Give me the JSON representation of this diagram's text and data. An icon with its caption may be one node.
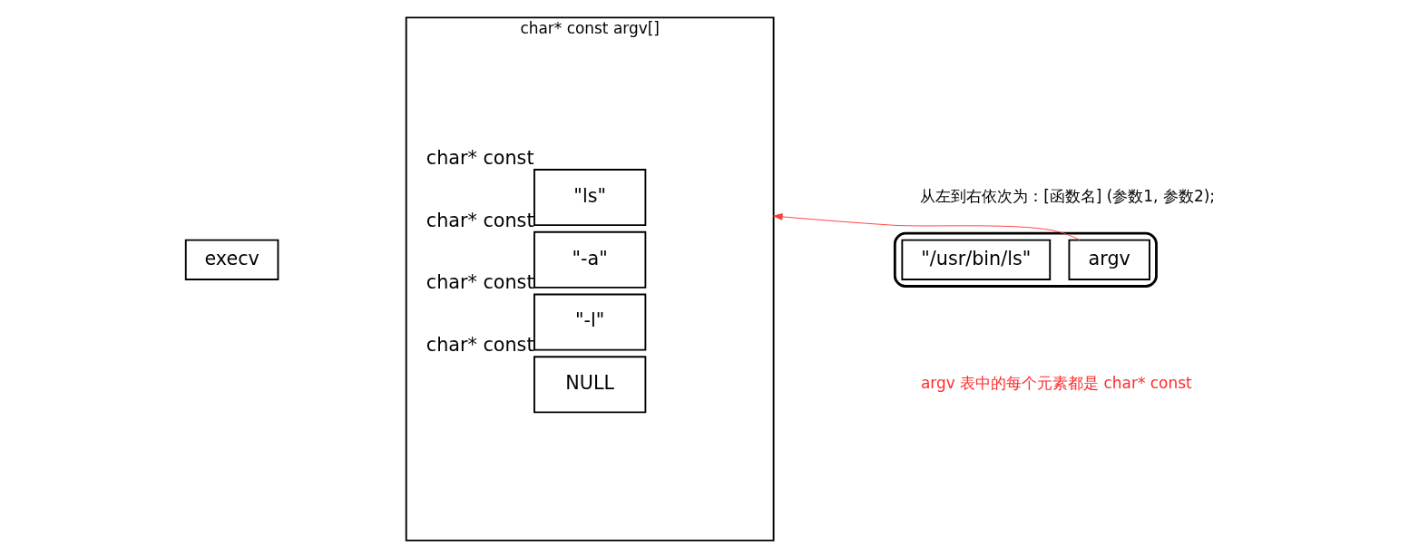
{
  "diagram": {
    "nodes": [
      {
        "text": [
          "execv"
        ]
      },
      {
        "text": [],
        "shape": "box"
      },
      {
        "text": [
          "\"/usr/bin/ls\""
        ],
        "in": 1
      },
      {
        "text": [
          "argv"
        ],
        "in": 1
      },
      {
        "text": [
          "char* const argv[]"
        ]
      },
      {
        "text": [
          "\"ls\""
        ],
        "in": 4,
        "beside": [
          "char* const"
        ]
      },
      {
        "text": [
          "\"-a\""
        ],
        "in": 4,
        "beside": [
          "char* const"
        ]
      },
      {
        "text": [
          "\"-l\""
        ],
        "in": 4,
        "beside": [
          "char* const"
        ]
      },
      {
        "text": [
          "NULL"
        ],
        "in": 4,
        "beside": [
          "char* const"
        ]
      }
    ],
    "edges": [
      {
        "from": 3,
        "to": 4,
        "arrow": "to",
        "color": "#ff3b3b"
      }
    ],
    "labels": [
      "从左到右依次为：[函数名] (参数1, 参数2);",
      "argv 表中的每个元素都是 char* const"
    ]
  }
}
